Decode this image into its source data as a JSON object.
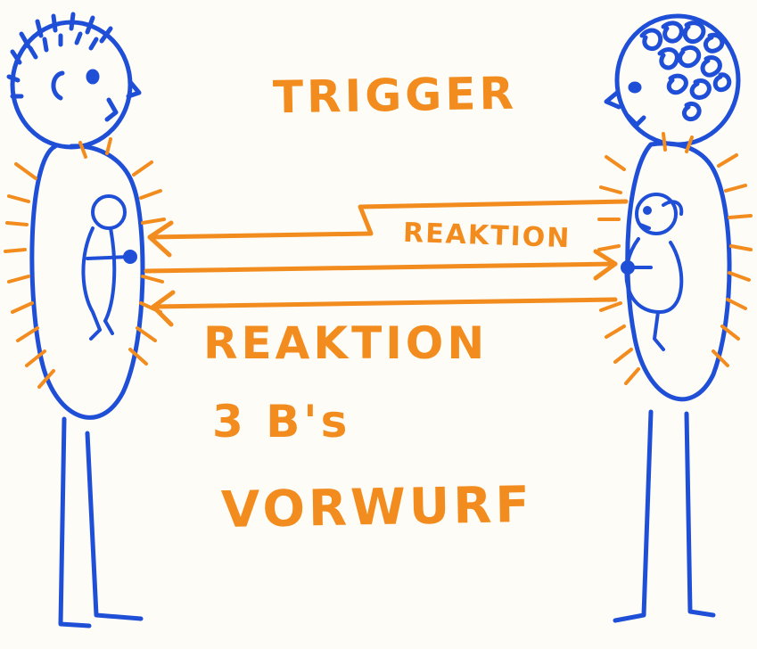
{
  "colors": {
    "ink_blue": "#1f4fd6",
    "ink_orange": "#f28c1e",
    "paper": "#fdfcf6"
  },
  "labels": {
    "trigger": "TRIGGER",
    "reaktion_arrow": "REAKTION",
    "reaktion_main": "REAKTION",
    "three_bs": "3 B's",
    "vorwurf": "VORWURF"
  },
  "figures": {
    "left_person": "person-with-short-spiky-hair",
    "right_person": "person-with-curly-hair"
  }
}
